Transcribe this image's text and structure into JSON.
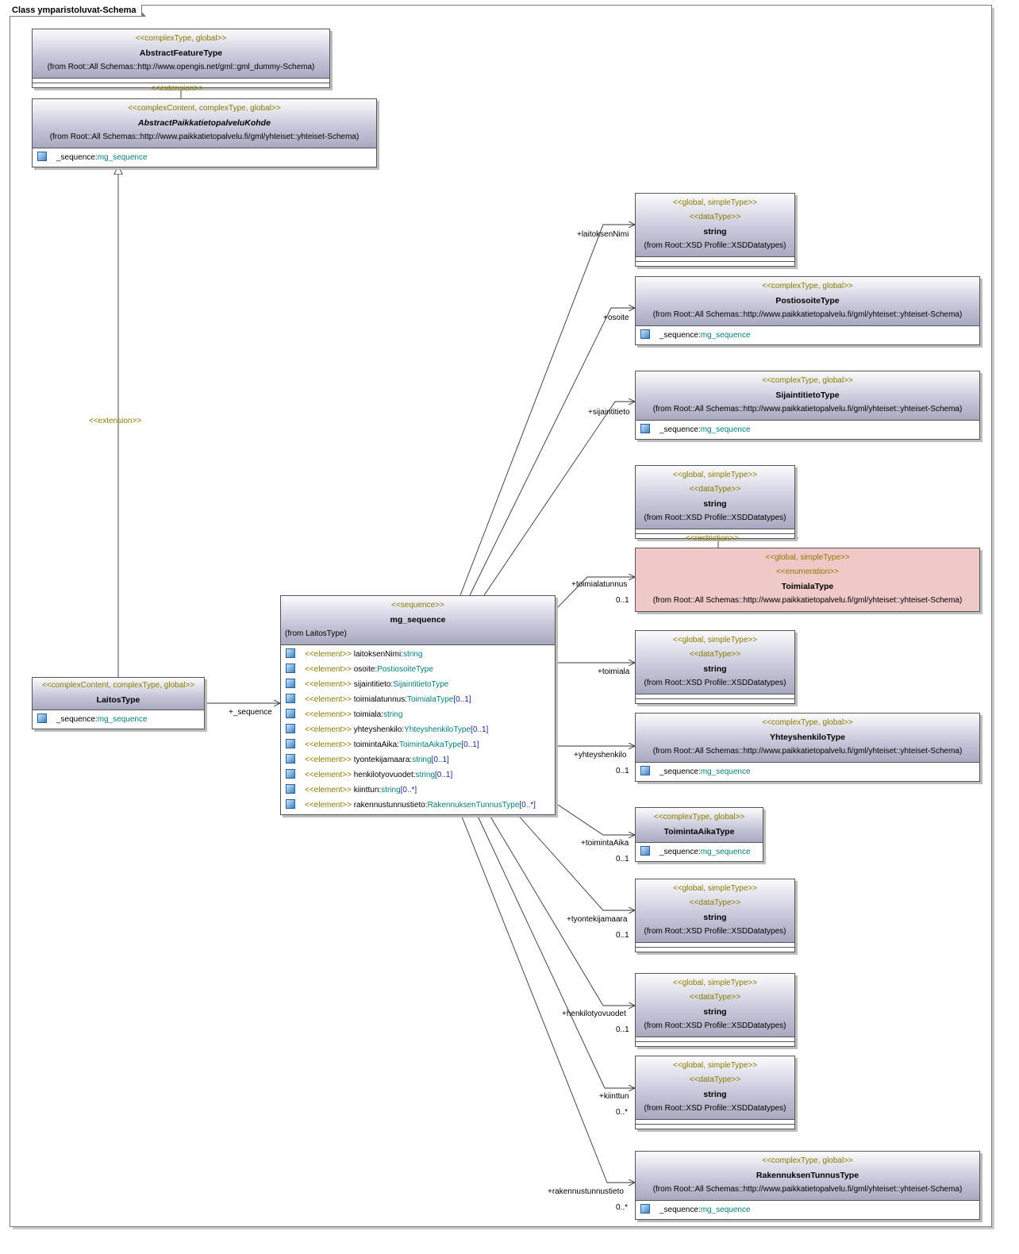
{
  "frame": {
    "title": "Class ymparistoluvat-Schema"
  },
  "classes": {
    "abstract_feature": {
      "stereotype": "<<complexType, global>>",
      "name": "AbstractFeatureType",
      "from": "(from Root::All Schemas::http://www.opengis.net/gml::gml_dummy-Schema)"
    },
    "abstract_paikka": {
      "stereotype": "<<complexContent, complexType, global>>",
      "name": "AbstractPaikkatietopalveluKohde",
      "from": "(from Root::All Schemas::http://www.paikkatietopalvelu.fi/gml/yhteiset::yhteiset-Schema)",
      "attr_name": "_sequence:",
      "attr_type": "mg_sequence"
    },
    "laitos": {
      "stereotype": "<<complexContent, complexType, global>>",
      "name": "LaitosType",
      "attr_name": "_sequence:",
      "attr_type": "mg_sequence"
    },
    "mg_sequence": {
      "stereotype": "<<sequence>>",
      "name": "mg_sequence",
      "from": "(from LaitosType)",
      "elements": [
        {
          "st": "<<element>>",
          "name": "laitoksenNimi:",
          "type": "string",
          "mult": ""
        },
        {
          "st": "<<element>>",
          "name": "osoite:",
          "type": "PostiosoiteType",
          "mult": ""
        },
        {
          "st": "<<element>>",
          "name": "sijaintitieto:",
          "type": "SijaintitietoType",
          "mult": ""
        },
        {
          "st": "<<element>>",
          "name": "toimialatunnus:",
          "type": "ToimialaType",
          "mult": "[0..1]"
        },
        {
          "st": "<<element>>",
          "name": "toimiala:",
          "type": "string",
          "mult": ""
        },
        {
          "st": "<<element>>",
          "name": "yhteyshenkilo:",
          "type": "YhteyshenkiloType",
          "mult": "[0..1]"
        },
        {
          "st": "<<element>>",
          "name": "toimintaAika:",
          "type": "ToimintaAikaType",
          "mult": "[0..1]"
        },
        {
          "st": "<<element>>",
          "name": "tyontekijamaara:",
          "type": "string",
          "mult": "[0..1]"
        },
        {
          "st": "<<element>>",
          "name": "henkilotyovuodet:",
          "type": "string",
          "mult": "[0..1]"
        },
        {
          "st": "<<element>>",
          "name": "kiinttun:",
          "type": "string",
          "mult": "[0..*]"
        },
        {
          "st": "<<element>>",
          "name": "rakennustunnustieto:",
          "type": "RakennuksenTunnusType",
          "mult": "[0..*]"
        }
      ]
    },
    "string1": {
      "stereotype1": "<<global, simpleType>>",
      "stereotype2": "<<dataType>>",
      "name": "string",
      "from": "(from Root::XSD Profile::XSDDatatypes)"
    },
    "postiosoite": {
      "stereotype": "<<complexType, global>>",
      "name": "PostiosoiteType",
      "from": "(from Root::All Schemas::http://www.paikkatietopalvelu.fi/gml/yhteiset::yhteiset-Schema)",
      "attr_name": "_sequence:",
      "attr_type": "mg_sequence"
    },
    "sijaintitieto": {
      "stereotype": "<<complexType, global>>",
      "name": "SijaintitietoType",
      "from": "(from Root::All Schemas::http://www.paikkatietopalvelu.fi/gml/yhteiset::yhteiset-Schema)",
      "attr_name": "_sequence:",
      "attr_type": "mg_sequence"
    },
    "string2": {
      "stereotype1": "<<global, simpleType>>",
      "stereotype2": "<<dataType>>",
      "name": "string",
      "from": "(from Root::XSD Profile::XSDDatatypes)"
    },
    "toimiala_type": {
      "stereotype1": "<<global, simpleType>>",
      "stereotype2": "<<enumeration>>",
      "name": "ToimialaType",
      "from": "(from Root::All Schemas::http://www.paikkatietopalvelu.fi/gml/yhteiset::yhteiset-Schema)"
    },
    "string3": {
      "stereotype1": "<<global, simpleType>>",
      "stereotype2": "<<dataType>>",
      "name": "string",
      "from": "(from Root::XSD Profile::XSDDatatypes)"
    },
    "yhteyshenkilo": {
      "stereotype": "<<complexType, global>>",
      "name": "YhteyshenkiloType",
      "from": "(from Root::All Schemas::http://www.paikkatietopalvelu.fi/gml/yhteiset::yhteiset-Schema)",
      "attr_name": "_sequence:",
      "attr_type": "mg_sequence"
    },
    "toimintaaika": {
      "stereotype": "<<complexType, global>>",
      "name": "ToimintaAikaType",
      "attr_name": "_sequence:",
      "attr_type": "mg_sequence"
    },
    "string4": {
      "stereotype1": "<<global, simpleType>>",
      "stereotype2": "<<dataType>>",
      "name": "string",
      "from": "(from Root::XSD Profile::XSDDatatypes)"
    },
    "string5": {
      "stereotype1": "<<global, simpleType>>",
      "stereotype2": "<<dataType>>",
      "name": "string",
      "from": "(from Root::XSD Profile::XSDDatatypes)"
    },
    "string6": {
      "stereotype1": "<<global, simpleType>>",
      "stereotype2": "<<dataType>>",
      "name": "string",
      "from": "(from Root::XSD Profile::XSDDatatypes)"
    },
    "rakennuksen": {
      "stereotype": "<<complexType, global>>",
      "name": "RakennuksenTunnusType",
      "from": "(from Root::All Schemas::http://www.paikkatietopalvelu.fi/gml/yhteiset::yhteiset-Schema)",
      "attr_name": "_sequence:",
      "attr_type": "mg_sequence"
    }
  },
  "connectors": {
    "ext1": "<<extension>>",
    "ext2": "<<extension>>",
    "restriction": "<<restriction>>",
    "seq_role": "+_sequence",
    "roles": [
      {
        "role": "+laitoksenNimi",
        "mult": ""
      },
      {
        "role": "+osoite",
        "mult": ""
      },
      {
        "role": "+sijaintitieto",
        "mult": ""
      },
      {
        "role": "+toimialatunnus",
        "mult": "0..1"
      },
      {
        "role": "+toimiala",
        "mult": ""
      },
      {
        "role": "+yhteyshenkilo",
        "mult": "0..1"
      },
      {
        "role": "+toimintaAika",
        "mult": "0..1"
      },
      {
        "role": "+tyontekijamaara",
        "mult": "0..1"
      },
      {
        "role": "+henkilotyovuodet",
        "mult": "0..1"
      },
      {
        "role": "+kiinttun",
        "mult": "0..*"
      },
      {
        "role": "+rakennustunnustieto",
        "mult": "0..*"
      }
    ]
  }
}
